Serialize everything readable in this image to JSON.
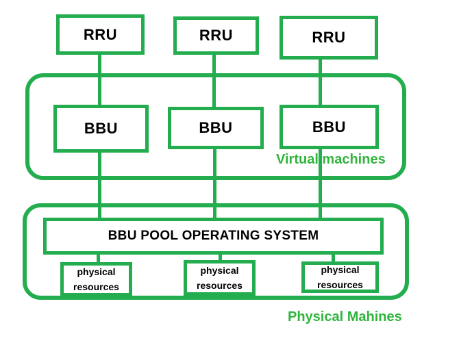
{
  "diagram": {
    "title_semantic": "C-RAN BBU pool virtualization diagram",
    "rru_boxes": [
      {
        "label": "RRU"
      },
      {
        "label": "RRU"
      },
      {
        "label": "RRU"
      }
    ],
    "bbu_boxes": [
      {
        "label": "BBU"
      },
      {
        "label": "BBU"
      },
      {
        "label": "BBU"
      }
    ],
    "os_box": {
      "label": "BBU POOL OPERATING SYSTEM"
    },
    "physical_resources_boxes": [
      {
        "label": "physical resources"
      },
      {
        "label": "physical resources"
      },
      {
        "label": "physical resources"
      }
    ],
    "group_labels": {
      "virtual_machines": "Virtual machines",
      "physical_machines": "Physical Mahines"
    },
    "colors": {
      "line_green": "#23ad4f",
      "label_green": "#2fb53c",
      "text_black": "#000000",
      "background": "#ffffff"
    }
  }
}
